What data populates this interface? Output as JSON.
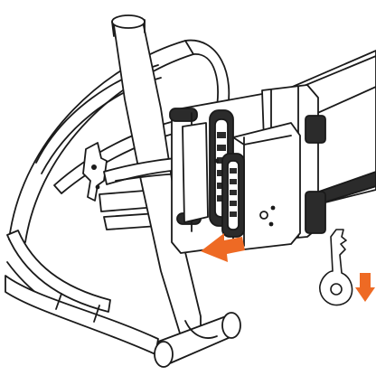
{
  "illustration": {
    "subject": "bicycle-frame-battery-mount",
    "elements": [
      "frame-tubes",
      "rear-dropout",
      "battery-mount-bracket",
      "battery-pack",
      "battery-connector",
      "key"
    ],
    "colors": {
      "background": "#ffffff",
      "line": "#1a1a1a",
      "fill": "#ffffff",
      "dark_fill": "#2b2b2b",
      "accent": "#ee6a24"
    },
    "icons": [
      "orange-pull-arrow-icon",
      "key-icon",
      "orange-down-arrow-icon"
    ]
  }
}
